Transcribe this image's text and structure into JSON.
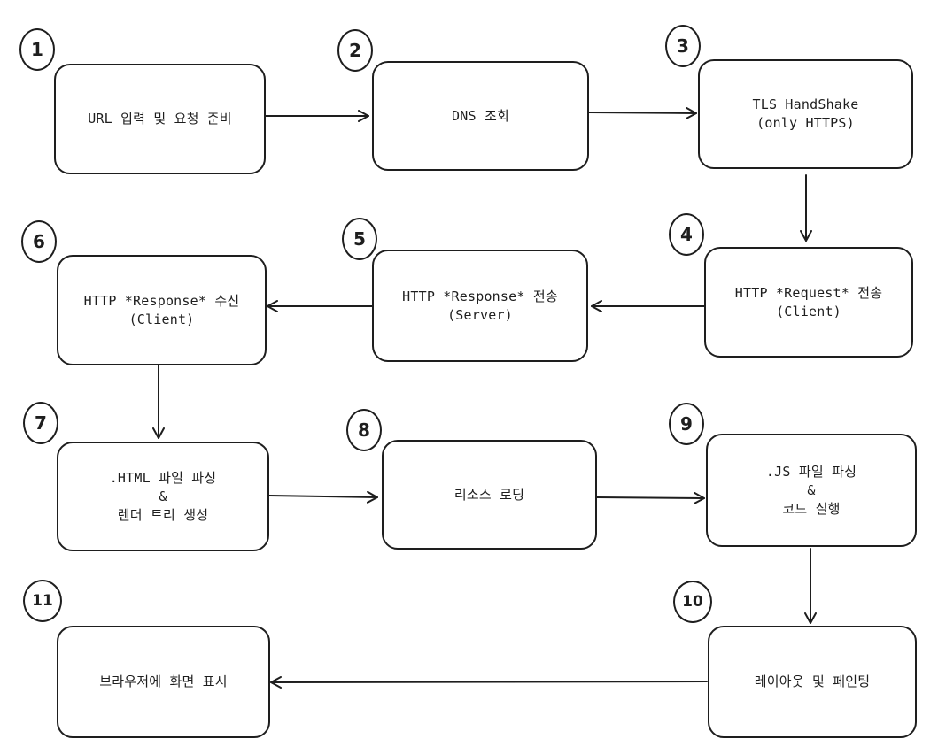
{
  "steps": [
    {
      "number": "1",
      "label": "URL 입력 및 요청 준비"
    },
    {
      "number": "2",
      "label": "DNS 조회"
    },
    {
      "number": "3",
      "label": "TLS HandShake\n(only HTTPS)"
    },
    {
      "number": "4",
      "label": "HTTP *Request* 전송\n(Client)"
    },
    {
      "number": "5",
      "label": "HTTP *Response* 전송\n(Server)"
    },
    {
      "number": "6",
      "label": "HTTP *Response* 수신\n(Client)"
    },
    {
      "number": "7",
      "label": ".HTML 파일 파싱\n&\n렌더 트리 생성"
    },
    {
      "number": "8",
      "label": "리소스 로딩"
    },
    {
      "number": "9",
      "label": ".JS 파일 파싱\n&\n코드 실행"
    },
    {
      "number": "10",
      "label": "레이아웃 및 페인팅"
    },
    {
      "number": "11",
      "label": "브라우저에 화면 표시"
    }
  ],
  "colors": {
    "stroke": "#1e1e1e",
    "background": "#ffffff"
  }
}
